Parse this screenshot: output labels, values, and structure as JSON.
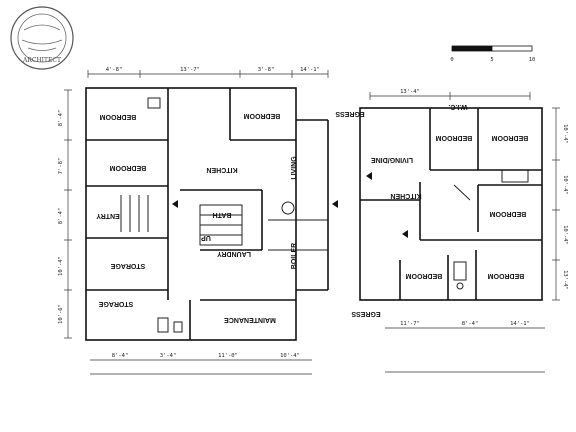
{
  "stamp": {
    "text": "ARCHITECT"
  },
  "scale_bar": {
    "ticks": [
      "0",
      "5",
      "10"
    ]
  },
  "rooms": [
    {
      "id": "bedroom-top-left",
      "label": "BEDROOM"
    },
    {
      "id": "bedroom-upper-mid",
      "label": "BEDROOM"
    },
    {
      "id": "bedroom-left",
      "label": "BEDROOM"
    },
    {
      "id": "kitchen-left",
      "label": "KITCHEN"
    },
    {
      "id": "living-left",
      "label": "LIVING"
    },
    {
      "id": "bath-left",
      "label": "BATH"
    },
    {
      "id": "entry-left",
      "label": "ENTRY"
    },
    {
      "id": "storage-mid",
      "label": "STORAGE"
    },
    {
      "id": "boiler",
      "label": "BOILER"
    },
    {
      "id": "laundry",
      "label": "LAUNDRY"
    },
    {
      "id": "up-stair",
      "label": "UP"
    },
    {
      "id": "storage-bottom",
      "label": "STORAGE"
    },
    {
      "id": "maintenance",
      "label": "MAINTENANCE"
    },
    {
      "id": "egress-top",
      "label": "EGRESS"
    },
    {
      "id": "egress-bottom",
      "label": "EGRESS"
    },
    {
      "id": "walk-in",
      "label": "W.I.C."
    },
    {
      "id": "bedroom-r1",
      "label": "BEDROOM"
    },
    {
      "id": "bedroom-r2",
      "label": "BEDROOM"
    },
    {
      "id": "living-dining",
      "label": "LIVING/DINE"
    },
    {
      "id": "kitchen-right",
      "label": "KITCHEN"
    },
    {
      "id": "bedroom-r3",
      "label": "BEDROOM"
    },
    {
      "id": "bedroom-r4",
      "label": "BEDROOM"
    },
    {
      "id": "bedroom-r5",
      "label": "BEDROOM"
    }
  ],
  "dimensions": {
    "top": [
      "4'-8\"",
      "13'-7\"",
      "3'-8\"",
      "14'-1\"",
      "13'-4\""
    ],
    "left": [
      "8'-4\"",
      "7'-8\"",
      "8'-4\"",
      "10'-4\"",
      "10'-6\""
    ],
    "right": [
      "10'-4\"",
      "10'-4\"",
      "10'-4\"",
      "13'-4\""
    ],
    "bottom": [
      "8'-4\"",
      "3'-4\"",
      "11'-0\"",
      "10'-4\"",
      "11'-7\"",
      "8'-4\"",
      "14'-1\""
    ]
  }
}
